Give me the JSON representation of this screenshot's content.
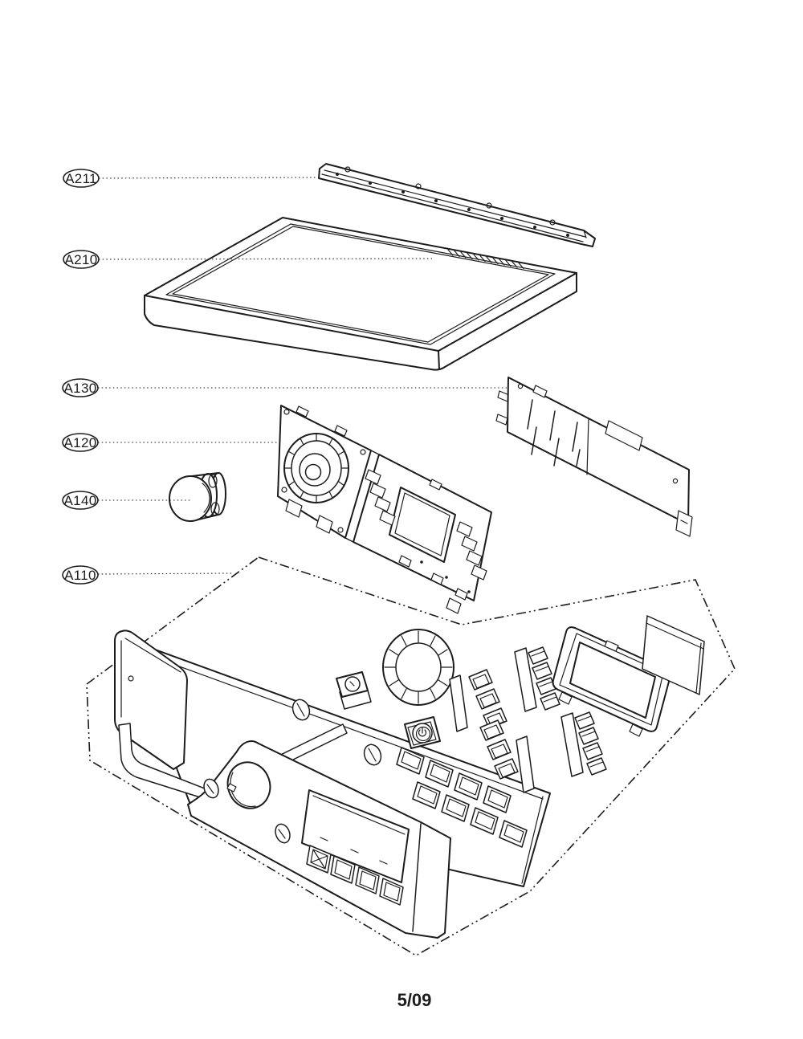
{
  "page": {
    "background": "#ffffff",
    "line_color": "#1c1c1c",
    "footer_text": "5/09"
  },
  "diagram": {
    "type": "exploded-parts-diagram",
    "callouts": [
      {
        "label": "A211"
      },
      {
        "label": "A210"
      },
      {
        "label": "A130"
      },
      {
        "label": "A120"
      },
      {
        "label": "A140"
      },
      {
        "label": "A110"
      }
    ]
  }
}
